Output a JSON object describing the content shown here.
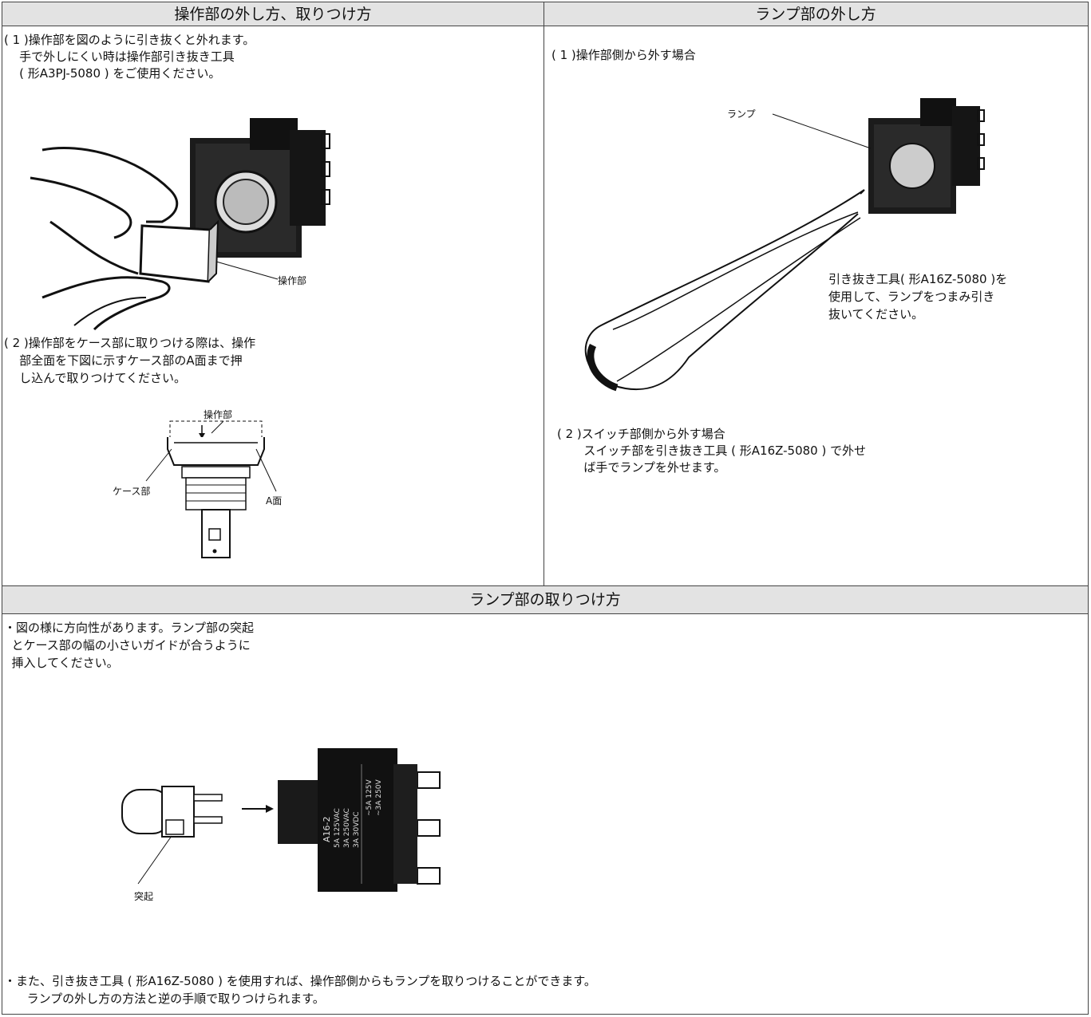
{
  "sections": {
    "operation_part": {
      "header": "操作部の外し方、取りつけ方",
      "step1_lines": [
        "( 1 )操作部を図のように引き抜くと外れます。",
        "    手で外しにくい時は操作部引き抜き工具",
        "    ( 形A3PJ-5080 ) をご使用ください。"
      ],
      "fig1_label": "操作部",
      "step2_lines": [
        "( 2 )操作部をケース部に取りつける際は、操作",
        "    部全面を下図に示すケース部のA面まで押",
        "    し込んで取りつけてください。"
      ],
      "fig2_label_top": "操作部",
      "fig2_label_left": "ケース部",
      "fig2_label_right": "A面"
    },
    "lamp_removal": {
      "header": "ランプ部の外し方",
      "step1": "( 1 )操作部側から外す場合",
      "fig_label_lamp": "ランプ",
      "tool_note_lines": [
        "引き抜き工具( 形A16Z-5080 )を",
        "使用して、ランプをつまみ引き",
        "抜いてください。"
      ],
      "step2_lines": [
        "( 2 )スイッチ部側から外す場合",
        "       スイッチ部を引き抜き工具 ( 形A16Z-5080 ) で外せ",
        "       ば手でランプを外せます。"
      ]
    },
    "lamp_install": {
      "header": "ランプ部の取りつけ方",
      "note1_lines": [
        "・図の様に方向性があります。ランプ部の突起",
        "  とケース部の幅の小さいガイドが合うように",
        "  挿入してください。"
      ],
      "fig_label_bump": "突起",
      "switch_print_lines": [
        "A16-2",
        "5A 125VAC",
        "3A 250VAC",
        "3A 30VDC"
      ],
      "switch_print_side": [
        "~5A 125V",
        "~3A 250V"
      ],
      "note2_lines": [
        "・また、引き抜き工具 ( 形A16Z-5080 ) を使用すれば、操作部側からもランプを取りつけることができます。",
        "      ランプの外し方の方法と逆の手順で取りつけられます。"
      ]
    }
  }
}
